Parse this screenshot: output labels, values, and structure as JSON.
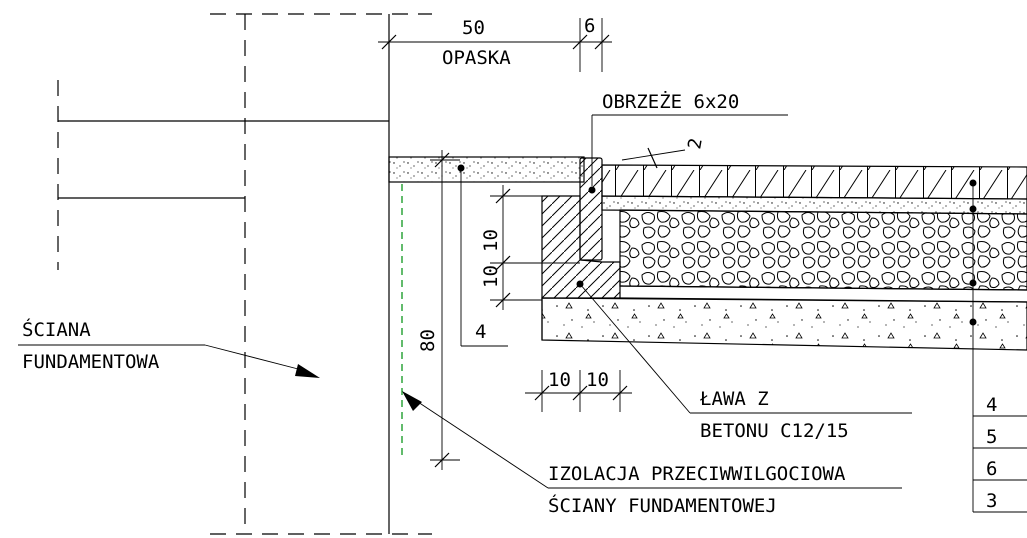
{
  "dimensions": {
    "opaska_width": "50",
    "edge_gap": "6",
    "edge_offset": "2",
    "layer_1": "10",
    "layer_2": "10",
    "depth": "80",
    "insulation_gap": "4",
    "footing_a": "10",
    "footing_b": "10"
  },
  "labels": {
    "opaska": "OPASKA",
    "obrzeze": "OBRZEŻE 6x20",
    "sciana_line1": "ŚCIANA",
    "sciana_line2": "FUNDAMENTOWA",
    "lawa_line1": "ŁAWA Z",
    "lawa_line2": "BETONU C12/15",
    "izolacja_line1": "IZOLACJA PRZECIWWILGOCIOWA",
    "izolacja_line2": "ŚCIANY FUNDAMENTOWEJ"
  },
  "layer_table": [
    "4",
    "5",
    "6",
    "3"
  ],
  "colors": {
    "ink": "#000000",
    "insulation": "#1f9e2e"
  }
}
